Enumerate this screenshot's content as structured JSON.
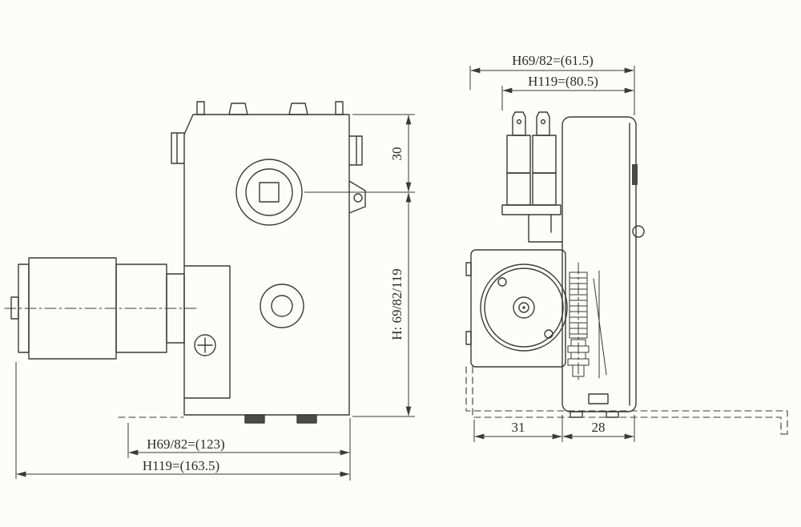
{
  "page": {
    "background": "#fcfcfa"
  },
  "drawing": {
    "line_color": "#3a3a3a",
    "text_color": "#2b2b2b",
    "dark_fill": "#4a4a4a",
    "front_view": {
      "dims": {
        "offset_top": "30",
        "height": "H: 69/82/119",
        "width_h6982": "H69/82=(123)",
        "width_h119": "H119=(163.5)"
      }
    },
    "side_view": {
      "dims": {
        "width_h6982": "H69/82=(61.5)",
        "width_h119": "H119=(80.5)",
        "foot_left": "31",
        "foot_right": "28"
      }
    }
  }
}
